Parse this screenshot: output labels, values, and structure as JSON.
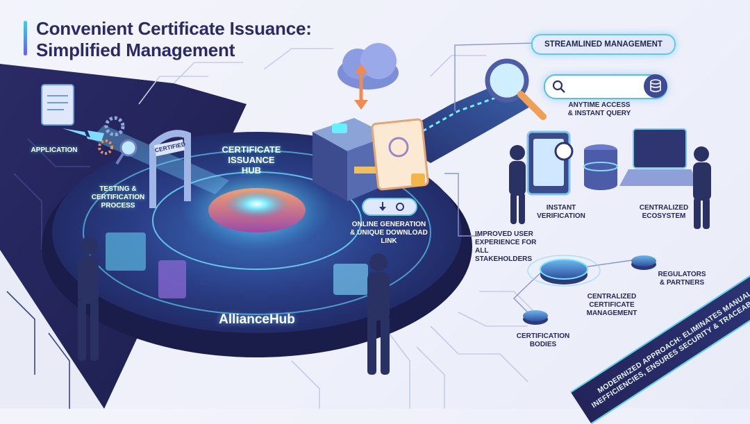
{
  "title_line1": "Convenient Certificate Issuance:",
  "title_line2": "Simplified Management",
  "streamlined_label": "STREAMLINED MANAGEMENT",
  "certified_tag": "CERTIFIED",
  "brand": "AllianceHub",
  "hub_label": [
    "CERTIFICATE",
    "ISSUANCE",
    "HUB"
  ],
  "labels": {
    "application": "APPLICATION",
    "testing": [
      "TESTING &",
      "CERTIFICATION",
      "PROCESS"
    ],
    "online": [
      "ONLINE GENERATION",
      "& UNIQUE DOWNLOAD",
      "LINK"
    ],
    "improved": [
      "IMPROVED USER",
      "EXPERIENCE FOR",
      "ALL STAKEHOLDERS"
    ],
    "anytime": [
      "ANYTIME ACCESS",
      "& INSTANT QUERY"
    ],
    "instant_verification": [
      "INSTANT",
      "VERIFICATION"
    ],
    "centralized_ecosystem": [
      "CENTRALIZED",
      "ECOSYSTEM"
    ],
    "regulators": [
      "REGULATORS",
      "& PARTNERS"
    ],
    "centralized_mgmt": [
      "CENTRALIZED",
      "CERTIFICATE",
      "MANAGEMENT"
    ],
    "cert_bodies": [
      "CERTIFICATION",
      "BODIES"
    ]
  },
  "ribbon": [
    "MODERNIZED APPROACH: ELIMINATES MANUAL",
    "INEFFICIENCIES, ENSURES SECURITY & TRACEABILITY"
  ],
  "colors": {
    "navy": "#24245a",
    "accent_cyan": "#4fd3ea",
    "accent_purple": "#6a5cf0",
    "title": "#2b2a63"
  }
}
